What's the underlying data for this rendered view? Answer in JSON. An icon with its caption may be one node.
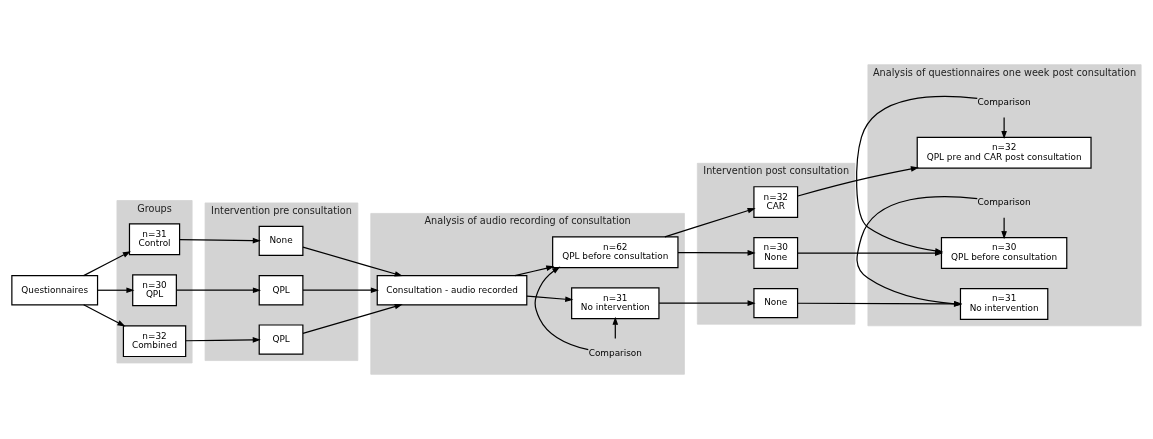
{
  "diagram": {
    "nodes": [
      {
        "text": [
          "Questionnaires"
        ]
      },
      {
        "text": [
          "Groups"
        ]
      },
      {
        "text": [
          "n=31",
          "Control"
        ],
        "in": 1
      },
      {
        "text": [
          "n=30",
          "QPL"
        ],
        "in": 1
      },
      {
        "text": [
          "n=32",
          "Combined"
        ],
        "in": 1
      },
      {
        "text": [
          "Intervention pre consultation"
        ]
      },
      {
        "text": [
          "None"
        ],
        "in": 5
      },
      {
        "text": [
          "QPL"
        ],
        "in": 5
      },
      {
        "text": [
          "QPL"
        ],
        "in": 5
      },
      {
        "text": [
          "Analysis of audio recording of consultation"
        ]
      },
      {
        "text": [
          "Consultation - audio recorded"
        ],
        "in": 9
      },
      {
        "text": [
          "n=31",
          "No intervention"
        ],
        "in": 9
      },
      {
        "text": [
          "Comparison"
        ],
        "in": 9
      },
      {
        "text": [
          "n=62",
          "QPL before consultation"
        ],
        "in": 9
      },
      {
        "text": [
          "Intervention post consultation"
        ]
      },
      {
        "text": [
          "None"
        ],
        "in": 14
      },
      {
        "text": [
          "n=30",
          "None"
        ],
        "in": 14
      },
      {
        "text": [
          "n=32",
          "CAR"
        ],
        "in": 14
      },
      {
        "text": [
          "Analysis of questionnaires one week post consultation"
        ]
      },
      {
        "text": [
          "n=31",
          "No intervention"
        ],
        "in": 18
      },
      {
        "text": [
          "Comparison"
        ],
        "in": 18
      },
      {
        "text": [
          "n=30",
          "QPL before consultation"
        ],
        "in": 18
      },
      {
        "text": [
          "Comparison"
        ],
        "in": 18
      },
      {
        "text": [
          "n=32",
          "QPL pre and CAR post consultation"
        ],
        "in": 18
      }
    ],
    "edges": [
      {
        "from": 0,
        "to": 2,
        "arrow": "to"
      },
      {
        "from": 0,
        "to": 3,
        "arrow": "to"
      },
      {
        "from": 0,
        "to": 4,
        "arrow": "to"
      },
      {
        "from": 2,
        "to": 6,
        "arrow": "to"
      },
      {
        "from": 3,
        "to": 7,
        "arrow": "to"
      },
      {
        "from": 4,
        "to": 8,
        "arrow": "to"
      },
      {
        "from": 6,
        "to": 10,
        "arrow": "to"
      },
      {
        "from": 7,
        "to": 10,
        "arrow": "to"
      },
      {
        "from": 8,
        "to": 10,
        "arrow": "to"
      },
      {
        "from": 10,
        "to": 11,
        "arrow": "to"
      },
      {
        "from": 10,
        "to": 13,
        "arrow": "to"
      },
      {
        "from": 12,
        "to": 11,
        "arrow": "to"
      },
      {
        "from": 12,
        "to": 13,
        "arrow": "to"
      },
      {
        "from": 11,
        "to": 15,
        "arrow": "to"
      },
      {
        "from": 15,
        "to": 19,
        "arrow": "to"
      },
      {
        "from": 13,
        "to": 16,
        "arrow": "to"
      },
      {
        "from": 13,
        "to": 17,
        "arrow": "to"
      },
      {
        "from": 16,
        "to": 21,
        "arrow": "to"
      },
      {
        "from": 17,
        "to": 23,
        "arrow": "to"
      },
      {
        "from": 20,
        "to": 19,
        "arrow": "to"
      },
      {
        "from": 20,
        "to": 21,
        "arrow": "to"
      },
      {
        "from": 22,
        "to": 21,
        "arrow": "to"
      },
      {
        "from": 22,
        "to": 23,
        "arrow": "to"
      }
    ]
  }
}
